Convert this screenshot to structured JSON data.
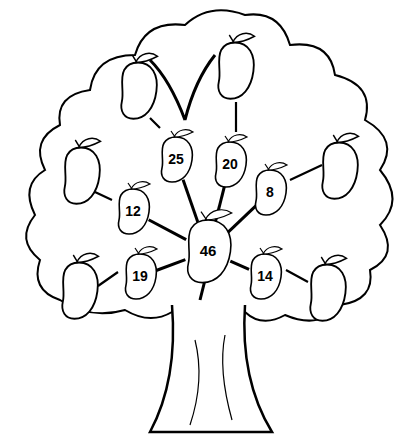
{
  "diagram": {
    "nodes": [
      {
        "text": [
          "25"
        ]
      },
      {
        "text": [
          "20"
        ]
      },
      {
        "text": [
          "12"
        ]
      },
      {
        "text": [
          "8"
        ]
      },
      {
        "text": [
          "46"
        ]
      },
      {
        "text": [
          "19"
        ]
      },
      {
        "text": [
          "14"
        ]
      }
    ],
    "edges": [
      {
        "from": 4,
        "to": 0,
        "arrow": "none"
      },
      {
        "from": 4,
        "to": 1,
        "arrow": "none"
      },
      {
        "from": 4,
        "to": 2,
        "arrow": "none"
      },
      {
        "from": 4,
        "to": 3,
        "arrow": "none"
      },
      {
        "from": 4,
        "to": 5,
        "arrow": "none"
      },
      {
        "from": 4,
        "to": 6,
        "arrow": "none"
      }
    ]
  }
}
